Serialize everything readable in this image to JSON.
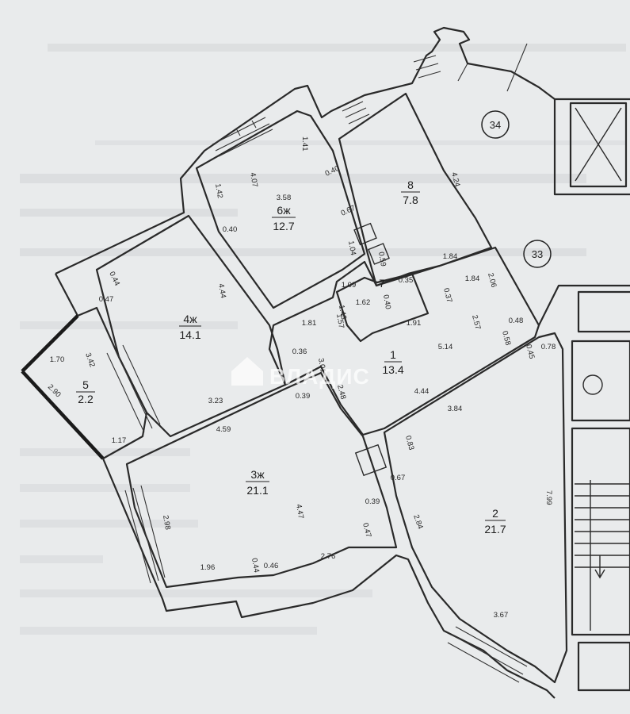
{
  "rooms": [
    {
      "id": "1",
      "num": "1",
      "area": "13.4"
    },
    {
      "id": "2",
      "num": "2",
      "area": "21.7"
    },
    {
      "id": "3",
      "num": "3ж",
      "area": "21.1"
    },
    {
      "id": "4",
      "num": "4ж",
      "area": "14.1"
    },
    {
      "id": "5",
      "num": "5",
      "area": "2.2"
    },
    {
      "id": "6",
      "num": "6ж",
      "area": "12.7"
    },
    {
      "id": "8",
      "num": "8",
      "area": "7.8"
    },
    {
      "id": "7",
      "num": "7",
      "area": ""
    }
  ],
  "markers": [
    "34",
    "33"
  ],
  "watermark": "ВЛАДИС",
  "dimensions": {
    "d_1_41": "1.41",
    "d_4_07": "4.07",
    "d_1_42": "1.42",
    "d_3_58": "3.58",
    "d_0_40a": "0.40",
    "d_0_40b": "0.40",
    "d_0_67a": "0.67",
    "d_1_04": "1.04",
    "d_0_59": "0.59",
    "d_4_24": "4.24",
    "d_1_84a": "1.84",
    "d_1_84b": "1.84",
    "d_2_06": "2.06",
    "d_0_44a": "0.44",
    "d_0_47a": "0.47",
    "d_4_44a": "4.44",
    "d_1_09": "1.09",
    "d_0_35": "0.35",
    "d_1_43": "1.43",
    "d_1_62": "1.62",
    "d_0_40c": "0.40",
    "d_0_37": "0.37",
    "d_2_57": "2.57",
    "d_0_48": "0.48",
    "d_1_81": "1.81",
    "d_1_57": "1.57",
    "d_1_91": "1.91",
    "d_5_14": "5.14",
    "d_0_58": "0.58",
    "d_0_45": "0.45",
    "d_0_78": "0.78",
    "d_1_70": "1.70",
    "d_3_42": "3.42",
    "d_2_90": "2.90",
    "d_0_36": "0.36",
    "d_3_01": "3.01",
    "d_2_48": "2.48",
    "d_0_39a": "0.39",
    "d_3_23": "3.23",
    "d_4_44b": "4.44",
    "d_3_84": "3.84",
    "d_1_17": "1.17",
    "d_4_59": "4.59",
    "d_0_83": "0.83",
    "d_0_67b": "0.67",
    "d_7_99": "7.99",
    "d_2_98": "2.98",
    "d_4_47": "4.47",
    "d_0_39b": "0.39",
    "d_0_47b": "0.47",
    "d_2_84": "2.84",
    "d_1_96": "1.96",
    "d_0_46": "0.46",
    "d_2_76": "2.76",
    "d_0_44b": "0.44",
    "d_3_67": "3.67"
  },
  "colors": {
    "paper": "#e9ebec",
    "line": "#2a2a2a"
  }
}
